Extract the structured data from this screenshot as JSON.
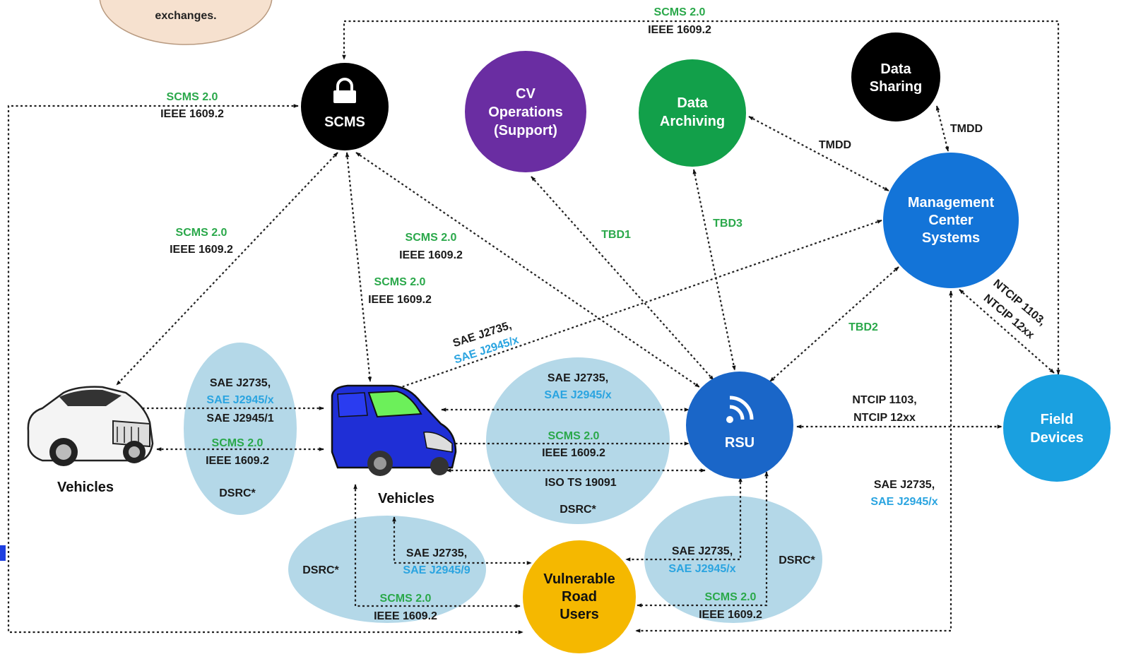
{
  "colors": {
    "green": "#2aa84a",
    "blue_text": "#2aa4e0",
    "dark_text": "#1a1a1a",
    "ellipse": "#b4d8e8",
    "note_bg": "#f6e1cf",
    "scms": "#000000",
    "cv_ops": "#6a2da2",
    "archiving": "#12a04a",
    "data_sharing": "#000000",
    "mgmt": "#1374d8",
    "rsu": "#1a66c8",
    "field": "#1aa0e0",
    "vru": "#f5b800"
  },
  "note": {
    "text": "exchanges."
  },
  "nodes": {
    "scms": {
      "label": "SCMS",
      "icon": "lock-icon"
    },
    "cv_ops": {
      "lines": [
        "CV",
        "Operations",
        "(Support)"
      ]
    },
    "archiving": {
      "lines": [
        "Data",
        "Archiving"
      ]
    },
    "data_sharing": {
      "lines": [
        "Data",
        "Sharing"
      ]
    },
    "mgmt": {
      "lines": [
        "Management",
        "Center",
        "Systems"
      ]
    },
    "rsu": {
      "label": "RSU",
      "icon": "wifi-icon"
    },
    "field": {
      "lines": [
        "Field",
        "Devices"
      ]
    },
    "vru": {
      "lines": [
        "Vulnerable",
        "Road",
        "Users"
      ]
    }
  },
  "vehicles": {
    "left_caption": "Vehicles",
    "center_caption": "Vehicles"
  },
  "labels": {
    "top_green": "SCMS 2.0",
    "top_black": "IEEE 1609.2",
    "veh1_scms_green": "SCMS 2.0",
    "veh1_scms_black": "IEEE 1609.2",
    "diag1_green": "SCMS 2.0",
    "diag1_black": "IEEE 1609.2",
    "mid_green": "SCMS 2.0",
    "mid_black": "IEEE 1609.2",
    "scms_rsu_green": "SCMS 2.0",
    "scms_rsu_black": "IEEE 1609.2",
    "tbd1": "TBD1",
    "tbd3": "TBD3",
    "tbd2": "TBD2",
    "tmdd_archive": "TMDD",
    "tmdd_sharing": "TMDD",
    "mgmt_veh_j2735": "SAE J2735,",
    "mgmt_veh_j2945": "SAE J2945/x",
    "ntcip_diag1": "NTCIP 1103,",
    "ntcip_diag2": "NTCIP 12xx",
    "ntcip_h1": "NTCIP 1103,",
    "ntcip_h2": "NTCIP 12xx",
    "mgmt_vru_j2735": "SAE J2735,",
    "mgmt_vru_j2945": "SAE J2945/x"
  },
  "ellipses": {
    "e1": {
      "l1": "SAE J2735,",
      "l2": "SAE J2945/x",
      "l3": "SAE J2945/1",
      "l4": "SCMS 2.0",
      "l5": "IEEE 1609.2",
      "l6": "DSRC*"
    },
    "e2": {
      "l1": "SAE J2735,",
      "l2": "SAE J2945/x",
      "l3": "SCMS 2.0",
      "l4": "IEEE 1609.2",
      "l5": "ISO TS 19091",
      "l6": "DSRC*"
    },
    "e3": {
      "l1": "DSRC*",
      "l2": "SAE J2735,",
      "l3": "SAE J2945/9",
      "l4": "SCMS 2.0",
      "l5": "IEEE 1609.2"
    },
    "e4": {
      "l1": "SAE J2735,",
      "l2": "SAE J2945/x",
      "l3": "DSRC*",
      "l4": "SCMS 2.0",
      "l5": "IEEE 1609.2"
    }
  }
}
